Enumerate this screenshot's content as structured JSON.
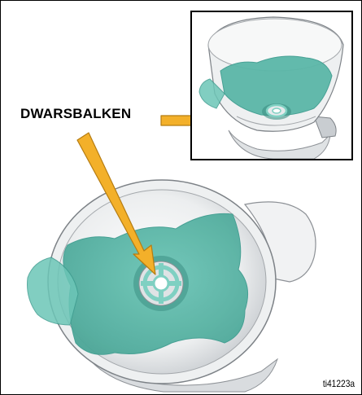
{
  "callout": {
    "label": "DWARSBALKEN"
  },
  "figure": {
    "id": "ti41223a"
  },
  "colors": {
    "fluid": "#5bb7a8",
    "fluid_dark": "#3f9d90",
    "arrow": "#f3b02a",
    "arrow_edge": "#b57c12",
    "hopper": "#e6e8ea",
    "hopper_edge": "#8d9196"
  },
  "icons": {
    "hopper_top_view": "hopper-top-view-illustration",
    "hopper_side_view": "hopper-side-view-illustration",
    "crossbar": "crossbar-illustration"
  }
}
